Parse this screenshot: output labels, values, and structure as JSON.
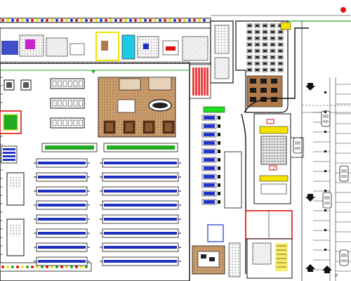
{
  "drawing": {
    "type": "store-floor-plan",
    "colors": {
      "wall": "#1a1a1a",
      "shelf_blue": "#1f2fbf",
      "checkout_blue": "#2233cc",
      "floor_wood": "#b07a4a",
      "wood_light": "#d9b48c",
      "produce_green": "#22aa22",
      "accent_red": "#e01010",
      "accent_yellow": "#f2e300",
      "cyan": "#22c8e8",
      "magenta": "#cc22cc",
      "lot_line": "#333333",
      "hatch": "#555555"
    },
    "aisle_rows": 8,
    "checkout_lanes": 11,
    "parking_rows": 3,
    "labels": {
      "stall_mark": "P",
      "small_box": "C"
    }
  }
}
